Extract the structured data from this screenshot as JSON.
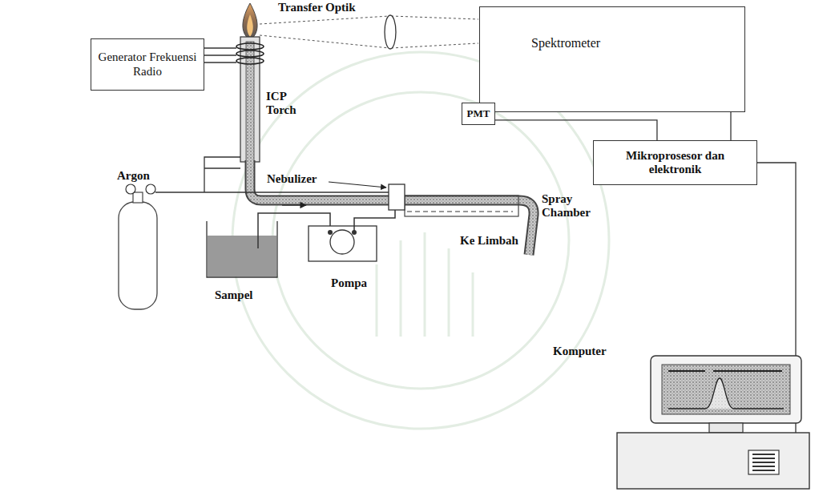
{
  "diagram": {
    "nodes": [
      {
        "text": [
          "Generator Frekuensi Radio"
        ]
      },
      {
        "text": [
          "Spektrometer"
        ]
      },
      {
        "text": [
          "PMT"
        ]
      },
      {
        "text": [
          "Mikroprosesor dan elektronik"
        ]
      }
    ],
    "edges": [
      {
        "from": 2,
        "to": 3,
        "arrow": "none"
      },
      {
        "from": 1,
        "to": 3,
        "arrow": "none"
      }
    ],
    "labels": [
      "Transfer Optik",
      "ICP Torch",
      "Argon",
      "Nebulizer",
      "Spray Chamber",
      "Ke Limbah",
      "Sampel",
      "Pompa",
      "Komputer"
    ]
  }
}
